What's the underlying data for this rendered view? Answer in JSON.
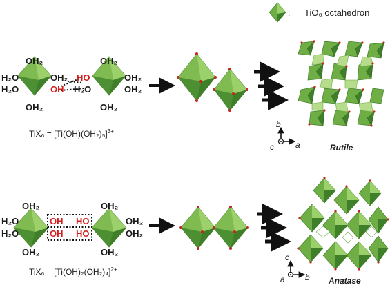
{
  "legend": {
    "text": "TiO₆ octahedron",
    "colon": ":"
  },
  "ligands": {
    "oh2": "OH₂",
    "h2o": "H₂O",
    "oh": "OH",
    "ho": "HO"
  },
  "top_row": {
    "formula_main": "TiX₆ = [Ti(OH)(OH₂)₅]",
    "formula_charge": "3+",
    "phase_name": "Rutile",
    "axes": {
      "up": "b",
      "left": "c",
      "right": "a"
    }
  },
  "bottom_row": {
    "formula_main": "TiX₆ = [Ti(OH)₂(OH₂)₄]",
    "formula_charge": "2+",
    "phase_name": "Anatase",
    "axes": {
      "up": "c",
      "left": "a",
      "right": "b"
    }
  },
  "colors": {
    "octa_light": "#8cc35a",
    "octa_mid": "#6fae45",
    "octa_dark": "#3f7f2a",
    "atom_red": "#c2261e",
    "ligand_red": "#d21e1e",
    "arrow": "#111111"
  },
  "icons": [
    "octahedron-icon",
    "arrow-right-icon",
    "axis-icon"
  ]
}
